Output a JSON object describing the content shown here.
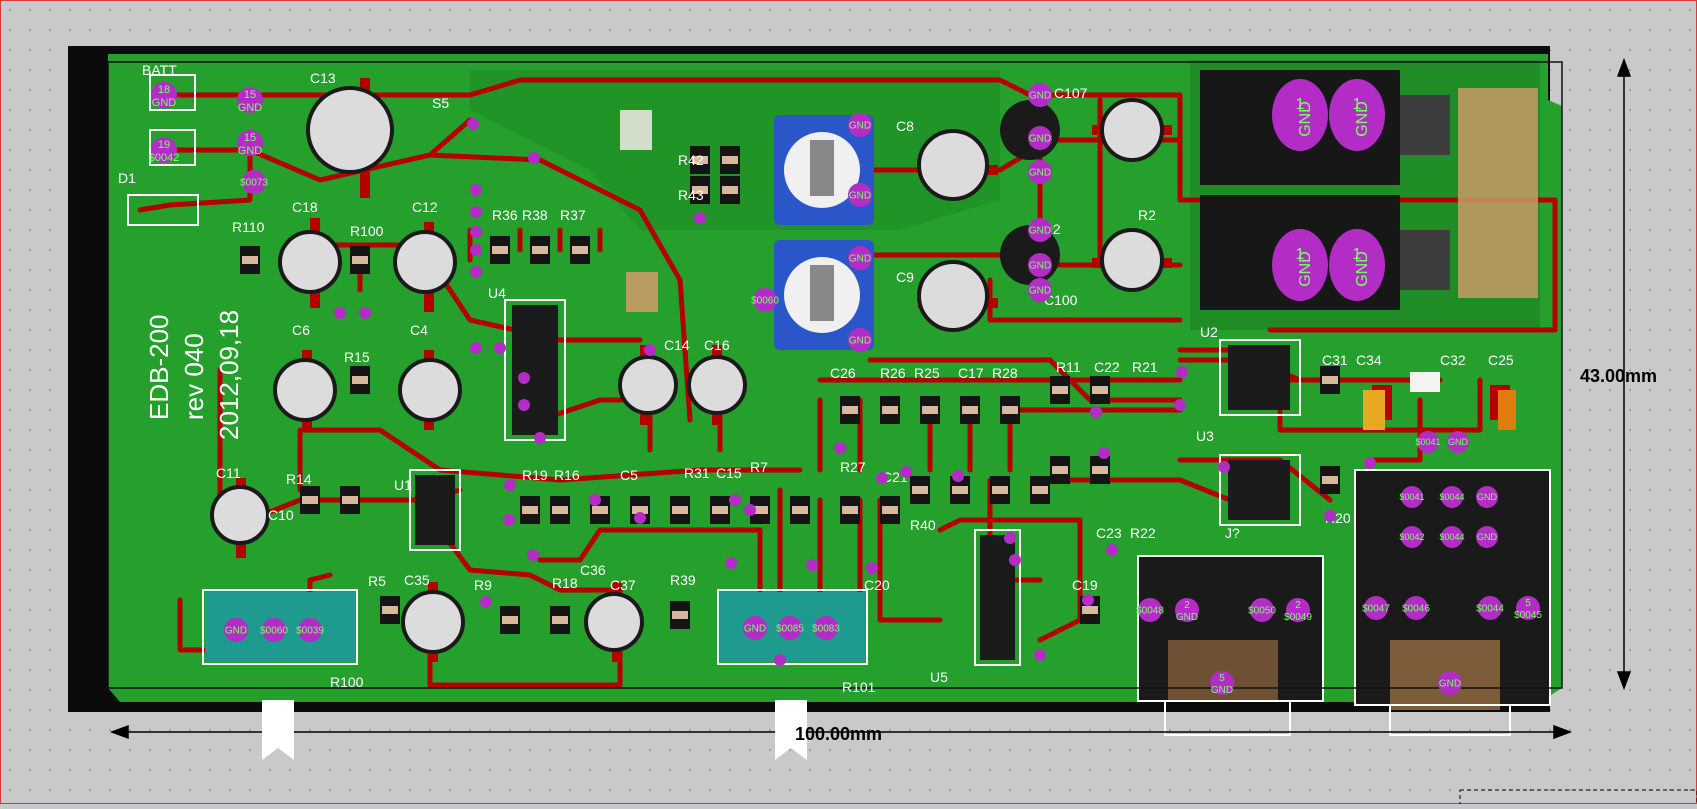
{
  "board": {
    "silkscreen": [
      "EDB-200",
      "rev 040",
      "2012,09,18"
    ],
    "dimensions": {
      "width_label": "100.00mm",
      "height_label": "43.00mm"
    }
  },
  "colors": {
    "background": "#c9c9c9",
    "board_green": "#25a02c",
    "trace_red": "#b40000",
    "pad_magenta": "#b32cc6",
    "net_label_green": "#7cff6a",
    "silk_white": "#ffffff",
    "board_outline": "#111111"
  },
  "designators": [
    {
      "text": "BATT"
    },
    {
      "text": "D1"
    },
    {
      "text": "C13"
    },
    {
      "text": "S5"
    },
    {
      "text": "R110"
    },
    {
      "text": "C18"
    },
    {
      "text": "C12"
    },
    {
      "text": "R100"
    },
    {
      "text": "R36"
    },
    {
      "text": "R38"
    },
    {
      "text": "R37"
    },
    {
      "text": "U4"
    },
    {
      "text": "C6"
    },
    {
      "text": "R15"
    },
    {
      "text": "C4"
    },
    {
      "text": "C14"
    },
    {
      "text": "C16"
    },
    {
      "text": "C11"
    },
    {
      "text": "R14"
    },
    {
      "text": "U1"
    },
    {
      "text": "C10"
    },
    {
      "text": "R5"
    },
    {
      "text": "C35"
    },
    {
      "text": "R9"
    },
    {
      "text": "R18"
    },
    {
      "text": "C36"
    },
    {
      "text": "C37"
    },
    {
      "text": "R39"
    },
    {
      "text": "R100"
    },
    {
      "text": "R101"
    },
    {
      "text": "R42"
    },
    {
      "text": "R43"
    },
    {
      "text": "C8"
    },
    {
      "text": "C9"
    },
    {
      "text": "C107"
    },
    {
      "text": "C100"
    },
    {
      "text": "Q2"
    },
    {
      "text": "R2"
    },
    {
      "text": "C26"
    },
    {
      "text": "R26"
    },
    {
      "text": "R25"
    },
    {
      "text": "C17"
    },
    {
      "text": "R28"
    },
    {
      "text": "R11"
    },
    {
      "text": "C22"
    },
    {
      "text": "R21"
    },
    {
      "text": "U2"
    },
    {
      "text": "C31"
    },
    {
      "text": "C34"
    },
    {
      "text": "C32"
    },
    {
      "text": "C25"
    },
    {
      "text": "U3"
    },
    {
      "text": "R27"
    },
    {
      "text": "C21"
    },
    {
      "text": "R40"
    },
    {
      "text": "U5"
    },
    {
      "text": "C19"
    },
    {
      "text": "C23"
    },
    {
      "text": "R22"
    },
    {
      "text": "R20"
    },
    {
      "text": "J?"
    },
    {
      "text": "R7"
    },
    {
      "text": "R31"
    },
    {
      "text": "C15"
    },
    {
      "text": "C5"
    },
    {
      "text": "R16"
    },
    {
      "text": "R19"
    },
    {
      "text": "C20"
    }
  ],
  "pads": [
    {
      "num": "18",
      "net": "GND"
    },
    {
      "num": "19",
      "net": "$0042"
    },
    {
      "num": "15",
      "net": "GND"
    },
    {
      "num": "15",
      "net": "GND"
    },
    {
      "num": "",
      "net": "$0073"
    },
    {
      "num": "",
      "net": "GND"
    },
    {
      "num": "",
      "net": "GND"
    },
    {
      "num": "",
      "net": "GND"
    },
    {
      "num": "",
      "net": "GND"
    },
    {
      "num": "",
      "net": "$0060"
    },
    {
      "num": "",
      "net": "GND"
    },
    {
      "num": "",
      "net": "GND"
    },
    {
      "num": "",
      "net": "GND"
    },
    {
      "num": "",
      "net": "GND"
    },
    {
      "num": "",
      "net": "GND"
    },
    {
      "num": "",
      "net": "GND"
    },
    {
      "num": "1",
      "net": "GND"
    },
    {
      "num": "1",
      "net": "GND"
    },
    {
      "num": "1",
      "net": "GND"
    },
    {
      "num": "1",
      "net": "GND"
    },
    {
      "num": "",
      "net": "GND"
    },
    {
      "num": "",
      "net": "$0060"
    },
    {
      "num": "",
      "net": "$0039"
    },
    {
      "num": "",
      "net": "GND"
    },
    {
      "num": "",
      "net": "$0085"
    },
    {
      "num": "",
      "net": "$0083"
    },
    {
      "num": "",
      "net": "$0048"
    },
    {
      "num": "2",
      "net": "GND"
    },
    {
      "num": "",
      "net": "$0050"
    },
    {
      "num": "2",
      "net": "$0049"
    },
    {
      "num": "5",
      "net": "GND"
    },
    {
      "num": "",
      "net": "$0047"
    },
    {
      "num": "",
      "net": "$0046"
    },
    {
      "num": "",
      "net": "$0044"
    },
    {
      "num": "5",
      "net": "$0045"
    },
    {
      "num": "",
      "net": "GND"
    },
    {
      "num": "",
      "net": "$0041"
    },
    {
      "num": "",
      "net": "GND"
    },
    {
      "num": "",
      "net": "$0041"
    },
    {
      "num": "",
      "net": "$0044"
    },
    {
      "num": "",
      "net": "GND"
    },
    {
      "num": "",
      "net": "$0042"
    },
    {
      "num": "",
      "net": "$0044"
    },
    {
      "num": "",
      "net": "GND"
    }
  ],
  "scroll": {}
}
